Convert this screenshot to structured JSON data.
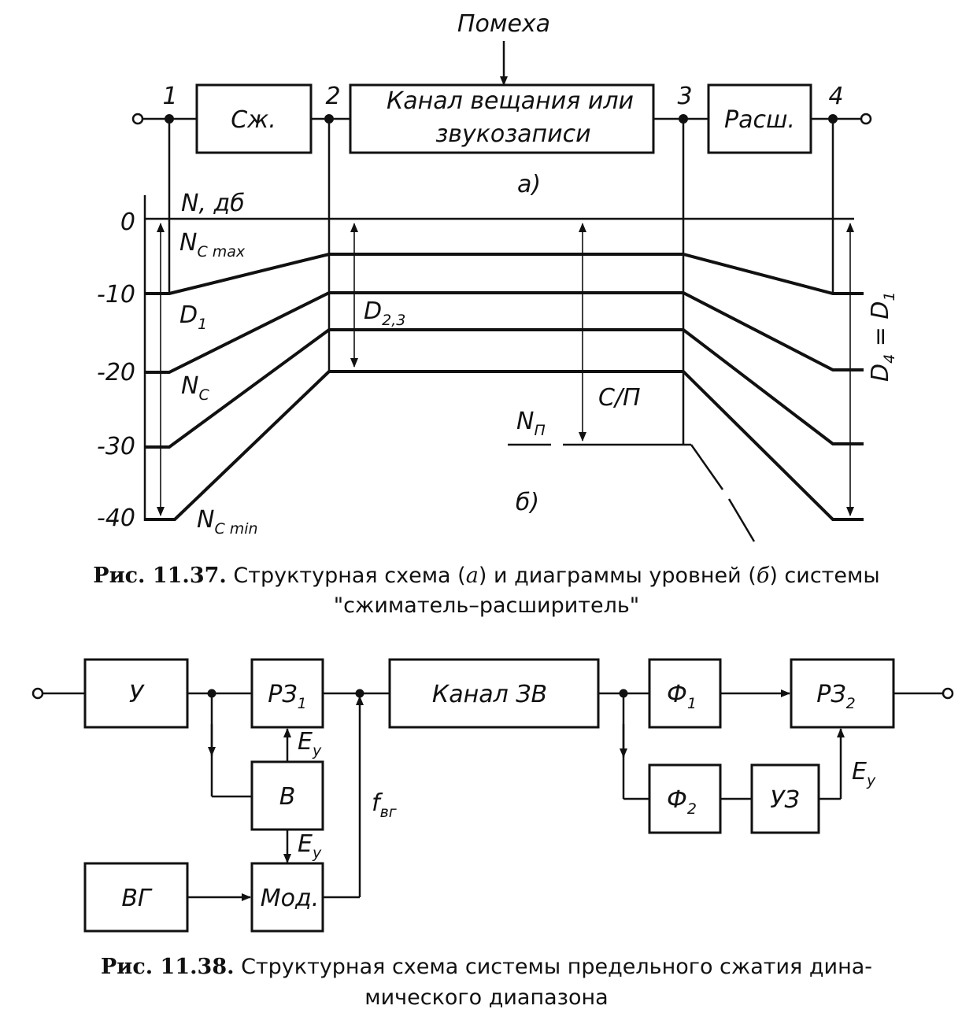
{
  "fig1": {
    "noise_label": "Помеха",
    "nodes": [
      "1",
      "2",
      "3",
      "4"
    ],
    "block_compressor": "Сж.",
    "block_channel_line1": "Канал вещания или",
    "block_channel_line2": "звукозаписи",
    "block_expander": "Расш.",
    "part_a": "а)",
    "part_b": "б)",
    "axis_label": "N, дб",
    "levels": [
      "0",
      "-10",
      "-20",
      "-30",
      "-40"
    ],
    "label_nc_max": "N",
    "label_nc_max_sub": "C max",
    "label_d1": "D",
    "label_d1_sub": "1",
    "label_d23": "D",
    "label_d23_sub": "2,3",
    "label_nc": "N",
    "label_nc_sub": "C",
    "label_nc_min": "N",
    "label_nc_min_sub": "C min",
    "label_np": "N",
    "label_np_sub": "П",
    "label_sp": "С/П",
    "label_d4": "D",
    "label_d4_sub": "4",
    "label_d4_eq": " = D",
    "label_d4_eq_sub": "1",
    "caption_num": "Рис. 11.37.",
    "caption_text_1": " Структурная схема (",
    "caption_a": "а",
    "caption_text_2": ") и диаграммы уровней (",
    "caption_b": "б",
    "caption_text_3": ") системы",
    "caption_line2": "\"сжиматель–расширитель\""
  },
  "fig2": {
    "block_u": "У",
    "block_rz1": "РЗ",
    "block_rz1_sub": "1",
    "block_v": "В",
    "block_vg": "ВГ",
    "block_mod": "Мод.",
    "block_channel": "Канал ЗВ",
    "block_f1": "Ф",
    "block_f1_sub": "1",
    "block_f2": "Ф",
    "block_f2_sub": "2",
    "block_uz": "УЗ",
    "block_rz2": "РЗ",
    "block_rz2_sub": "2",
    "label_ey": "Е",
    "label_ey_sub": "у",
    "label_fvg": "f",
    "label_fvg_sub": "вг",
    "caption_num": "Рис. 11.38.",
    "caption_text": " Структурная схема системы предельного сжатия дина-",
    "caption_line2": "мического диапазона"
  }
}
